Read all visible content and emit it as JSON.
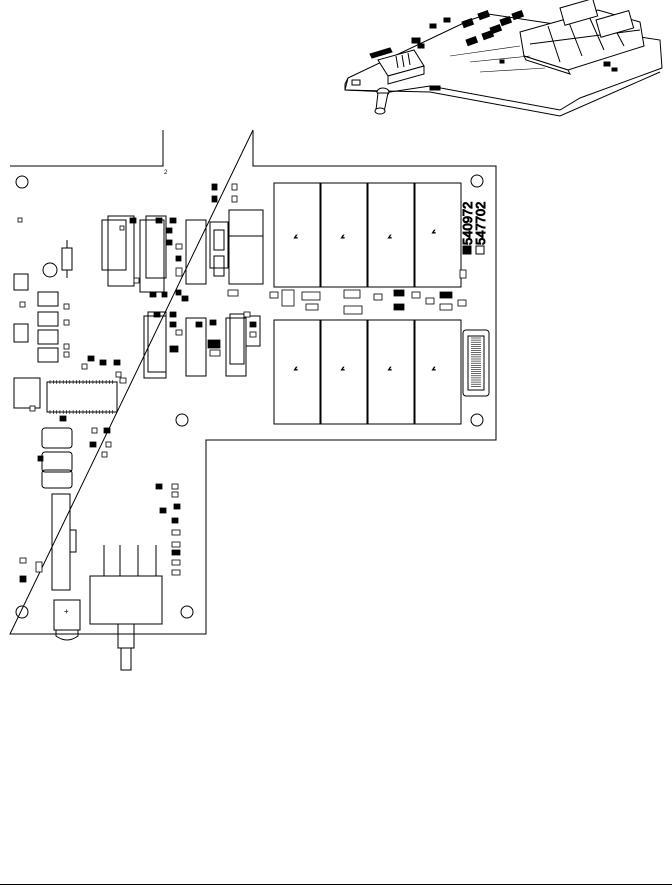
{
  "board": {
    "part_numbers": [
      {
        "text": "540972",
        "marker": "filled"
      },
      {
        "text": "547702",
        "marker": "open"
      }
    ],
    "labels": {
      "top_small": "2",
      "terminal_plus": "+"
    }
  },
  "colors": {
    "ink": "#000000",
    "paper": "#ffffff",
    "light": "#d9d9d9"
  }
}
